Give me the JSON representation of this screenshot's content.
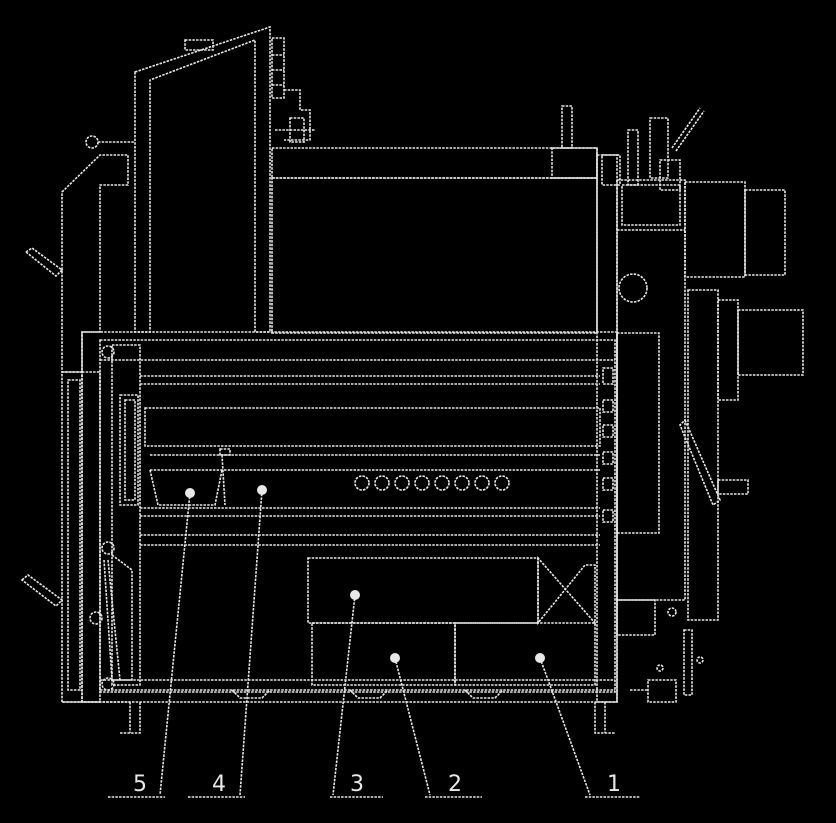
{
  "diagram": {
    "background": "#000000",
    "line_color": "#e8e8e8",
    "callouts": [
      {
        "label": "5"
      },
      {
        "label": "4"
      },
      {
        "label": "3"
      },
      {
        "label": "2"
      },
      {
        "label": "1"
      }
    ]
  }
}
